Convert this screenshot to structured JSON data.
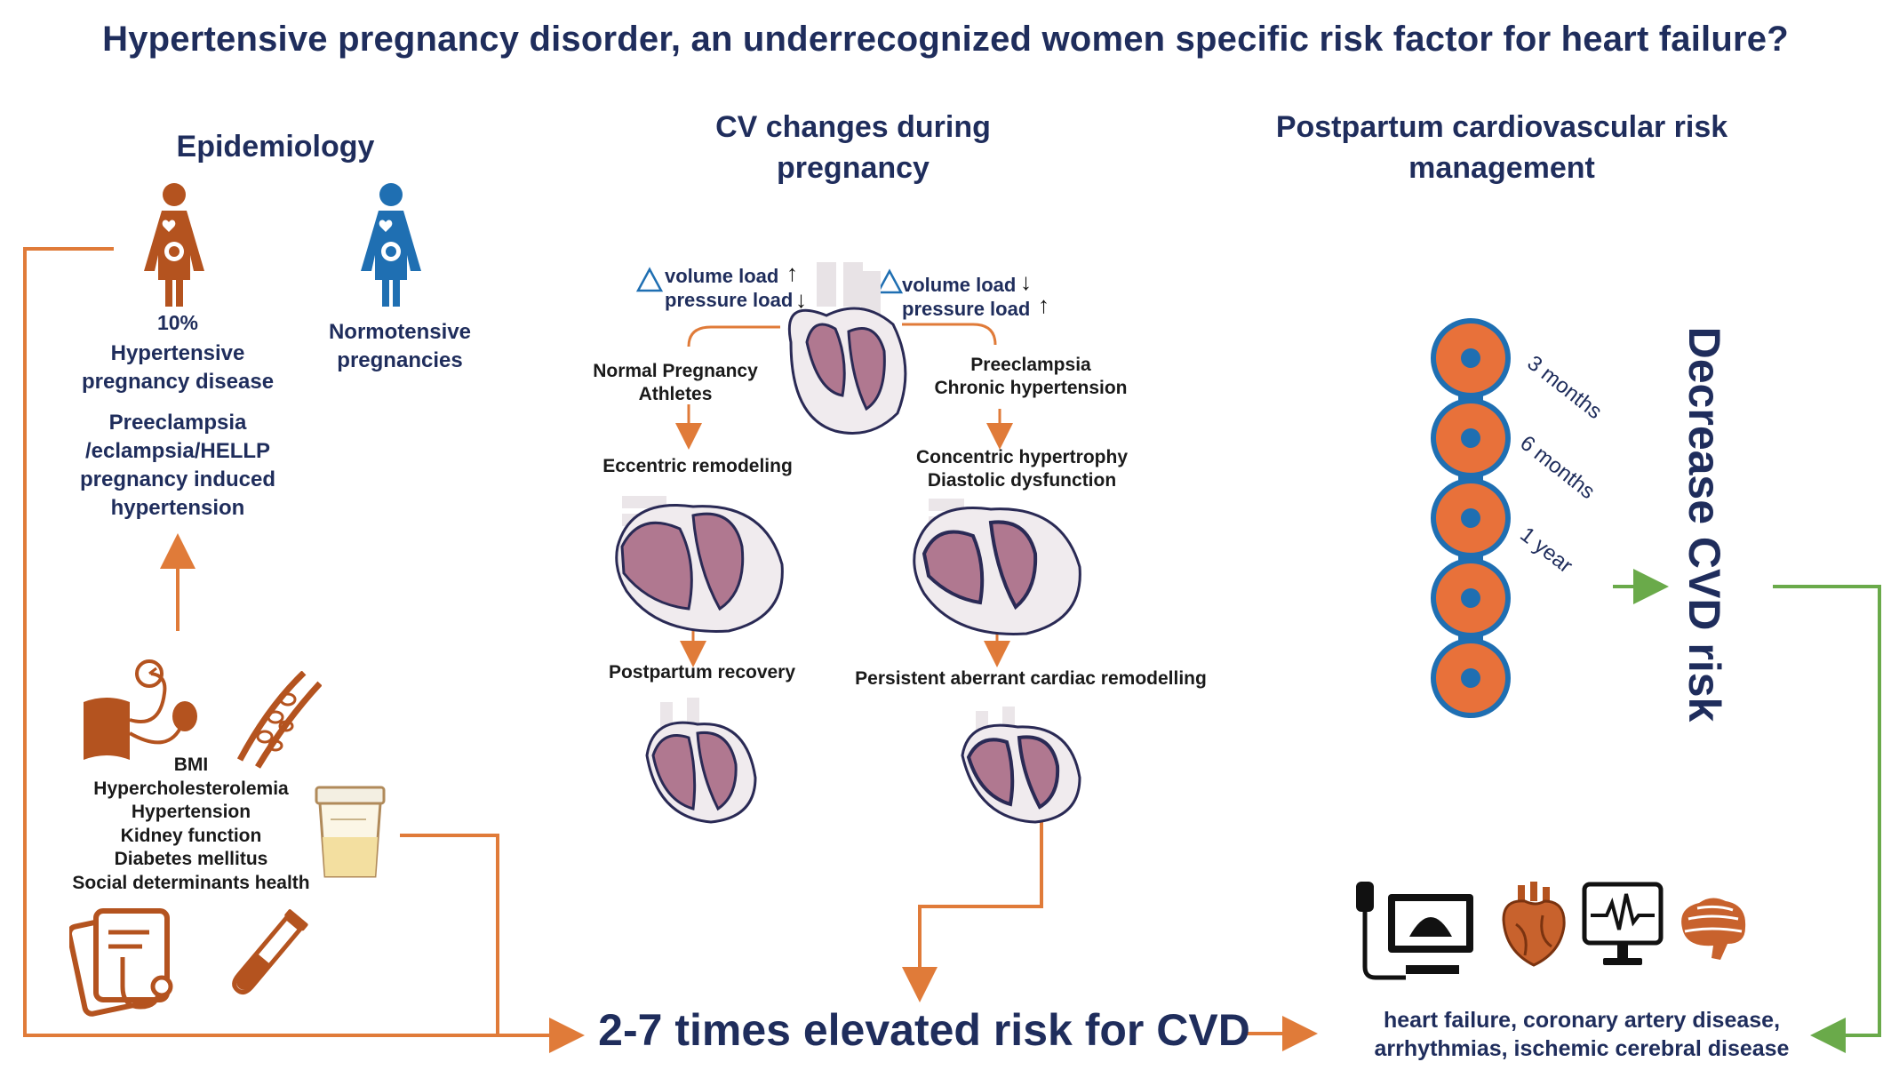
{
  "title": "Hypertensive pregnancy disorder, an underrecognized women specific risk factor for heart failure?",
  "epidemiology": {
    "heading": "Epidemiology",
    "percent": "10%",
    "hypertensive_line1": "Hypertensive",
    "hypertensive_line2": "pregnancy disease",
    "normotensive_line1": "Normotensive",
    "normotensive_line2": "pregnancies",
    "subtypes": [
      "Preeclampsia",
      "/eclampsia/HELLP",
      "pregnancy induced",
      "hypertension"
    ],
    "risk_factors": [
      "BMI",
      "Hypercholesterolemia",
      "Hypertension",
      "Kidney function",
      "Diabetes mellitus",
      "Social determinants health"
    ]
  },
  "cv_changes": {
    "heading_line1": "CV changes during",
    "heading_line2": "pregnancy",
    "left_volume": "volume load",
    "left_pressure": "pressure load",
    "right_volume": "volume load",
    "right_pressure": "pressure load",
    "normal_line1": "Normal Pregnancy",
    "normal_line2": "Athletes",
    "pre_line1": "Preeclampsia",
    "pre_line2": "Chronic hypertension",
    "eccentric": "Eccentric remodeling",
    "concentric_line1": "Concentric hypertrophy",
    "concentric_line2": "Diastolic dysfunction",
    "postpartum": "Postpartum recovery",
    "persistent": "Persistent aberrant cardiac remodelling"
  },
  "postpartum": {
    "heading_line1": "Postpartum cardiovascular risk",
    "heading_line2": "management",
    "timeline": [
      "3 months",
      "6 months",
      "1 year"
    ],
    "decrease": "Decrease CVD risk"
  },
  "outcome": {
    "risk": "2-7 times elevated risk for CVD",
    "diseases_line1": "heart failure, coronary artery disease,",
    "diseases_line2": "arrhythmias, ischemic cerebral disease"
  },
  "colors": {
    "navy": "#1f2d5c",
    "orange": "#e07b39",
    "rust": "#b4531f",
    "blue": "#1f6fb2",
    "green": "#6aaa4a",
    "heart": "#b07890"
  }
}
